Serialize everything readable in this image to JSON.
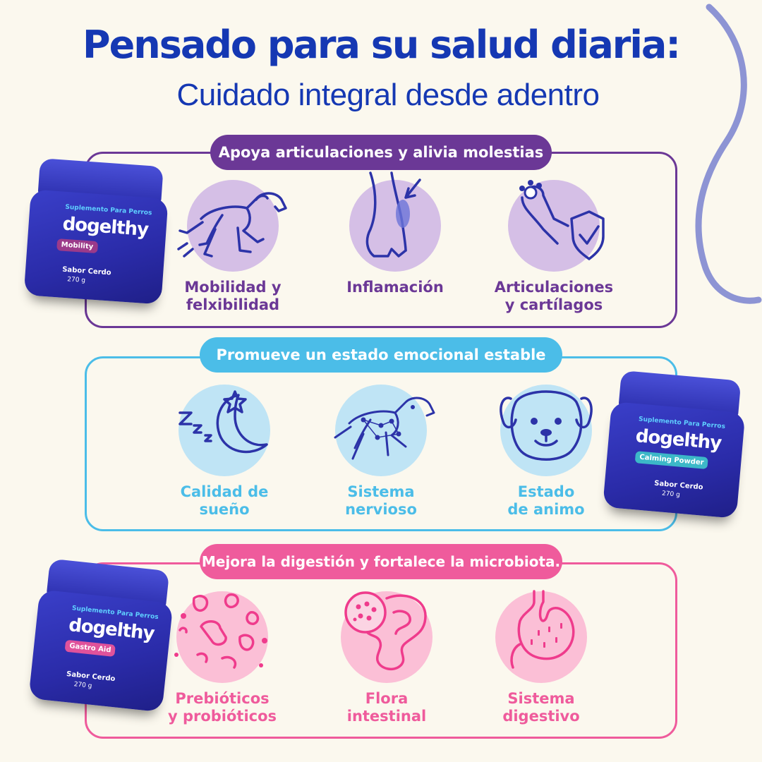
{
  "header": {
    "title": "Pensado para su salud diaria:",
    "subtitle": "Cuidado integral desde adentro"
  },
  "colors": {
    "blue": "#1538b3",
    "purple": "#6b3896",
    "purple_light": "#d5bfe6",
    "cyan": "#4bbde8",
    "cyan_light": "#bfe4f5",
    "pink": "#ef5b9c",
    "pink_light": "#fbbfd6"
  },
  "sections": [
    {
      "pill": "Apoya articulaciones y alivia molestias",
      "items": [
        {
          "label": "Mobilidad y\nfelxibilidad",
          "icon": "running-dog-icon"
        },
        {
          "label": "Inflamación",
          "icon": "paw-leg-icon"
        },
        {
          "label": "Articulaciones\ny cartílagos",
          "icon": "shield-check-icon"
        }
      ]
    },
    {
      "pill": "Promueve un estado emocional estable",
      "items": [
        {
          "label": "Calidad de\nsueño",
          "icon": "moon-star-icon"
        },
        {
          "label": "Sistema\nnervioso",
          "icon": "constellation-dog-icon"
        },
        {
          "label": "Estado\nde animo",
          "icon": "happy-dog-icon"
        }
      ]
    },
    {
      "pill": "Mejora la digestión y fortalece la microbiota.",
      "items": [
        {
          "label": "Prebióticos\ny probióticos",
          "icon": "bacteria-icon"
        },
        {
          "label": "Flora\nintestinal",
          "icon": "intestine-icon"
        },
        {
          "label": "Sistema\ndigestivo",
          "icon": "stomach-icon"
        }
      ]
    }
  ],
  "products": [
    {
      "top": "Suplemento Para Perros",
      "brand": "dogelthy",
      "name": "Mobility",
      "flavor": "Sabor Cerdo",
      "weight": "270 g"
    },
    {
      "top": "Suplemento Para Perros",
      "brand": "dogelthy",
      "name": "Calming Powder",
      "flavor": "Sabor Cerdo",
      "weight": "270 g"
    },
    {
      "top": "Suplemento Para Perros",
      "brand": "dogelthy",
      "name": "Gastro Aid",
      "flavor": "Sabor Cerdo",
      "weight": "270 g"
    }
  ]
}
